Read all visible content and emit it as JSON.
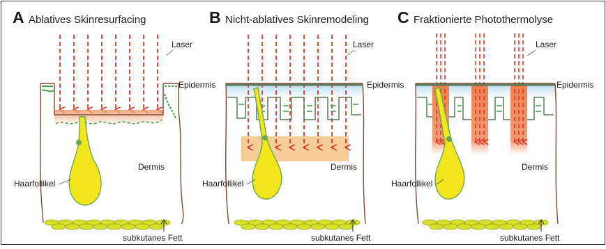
{
  "panels": [
    {
      "letter": "A",
      "title": "Ablatives Skinresurfacing",
      "labels": {
        "laser": "Laser",
        "epidermis": "Epidermis",
        "dermis": "Dermis",
        "hair_follicle": "Haarfollikel",
        "fat": "subkutanes Fett"
      }
    },
    {
      "letter": "B",
      "title": "Nicht-ablatives Skinremodeling",
      "labels": {
        "laser": "Laser",
        "epidermis": "Epidermis",
        "dermis": "Dermis",
        "hair_follicle": "Haarfollikel",
        "fat": "subkutanes Fett"
      }
    },
    {
      "letter": "C",
      "title": "Fraktionierte Photothermolyse",
      "labels": {
        "laser": "Laser",
        "epidermis": "Epidermis",
        "dermis": "Dermis",
        "hair_follicle": "Haarfollikel",
        "fat": "subkutanes Fett"
      }
    }
  ],
  "colors": {
    "laser": "#d93a2b",
    "follicle": "#f2e51c",
    "follicle_outline": "#6aa84f",
    "epidermis_cells": "#3e9e4a",
    "fat_cells": "#d6df2a",
    "heat_zone": "#f5c98a",
    "column_zone": "#ee7a45",
    "upper_dermis_blue": "#b9dcef",
    "skin_outline": "#7b4a34",
    "frame": "#333333"
  }
}
